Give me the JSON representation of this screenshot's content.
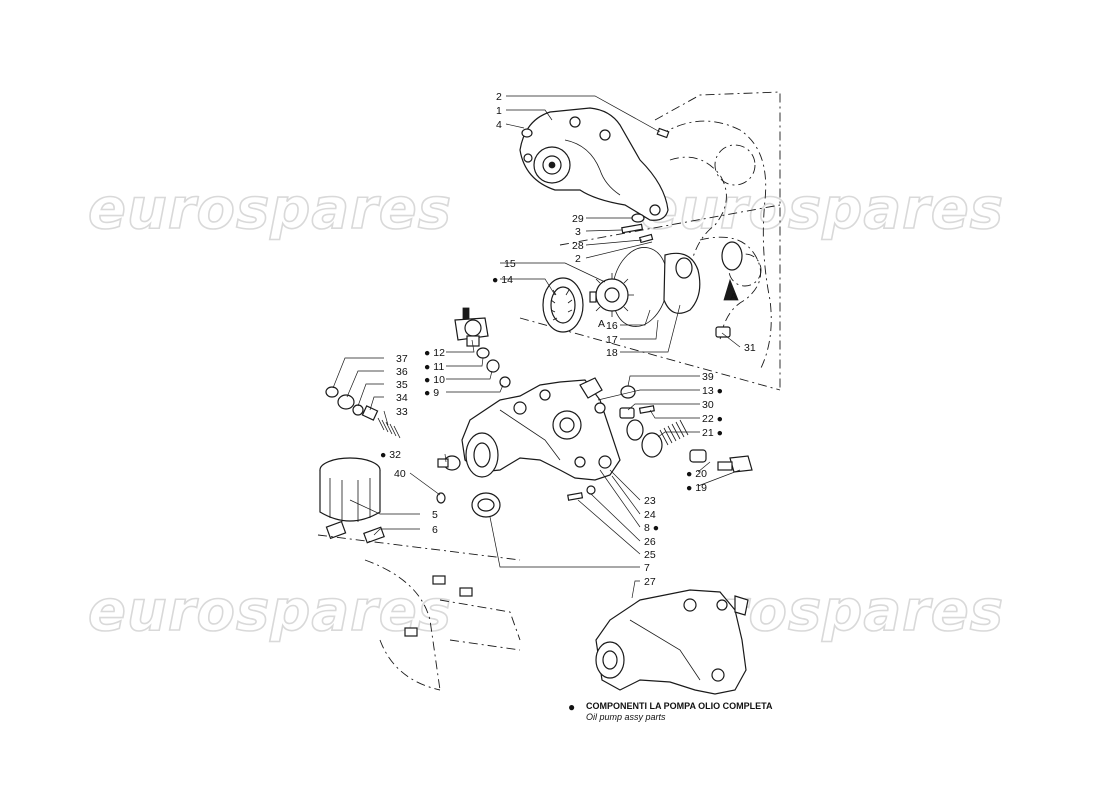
{
  "watermark": {
    "text": "eurospares"
  },
  "legend": {
    "symbol": "●",
    "line_it": "COMPONENTI LA POMPA OLIO COMPLETA",
    "line_en": "Oil pump assy parts"
  },
  "callouts": {
    "c2a": "2",
    "c1": "1",
    "c4": "4",
    "c29": "29",
    "c3": "3",
    "c28": "28",
    "c2b": "2",
    "c15": "15",
    "c14": "● 14",
    "cA1": "A",
    "cA2": "A",
    "c16": "16",
    "c17": "17",
    "c18": "18",
    "c31": "31",
    "c12": "● 12",
    "c11": "● 11",
    "c10": "● 10",
    "c9": "● 9",
    "c37": "37",
    "c36": "36",
    "c35": "35",
    "c34": "34",
    "c33": "33",
    "c39": "39",
    "c13": "13 ●",
    "c30": "30",
    "c22": "22 ●",
    "c21": "21 ●",
    "c32": "● 32",
    "c40": "40",
    "c20": "● 20",
    "c19": "● 19",
    "c23": "23",
    "c24": "24",
    "c8": "8  ●",
    "c5": "5",
    "c6": "6",
    "c26": "26",
    "c25": "25",
    "c7": "7",
    "c27": "27"
  }
}
